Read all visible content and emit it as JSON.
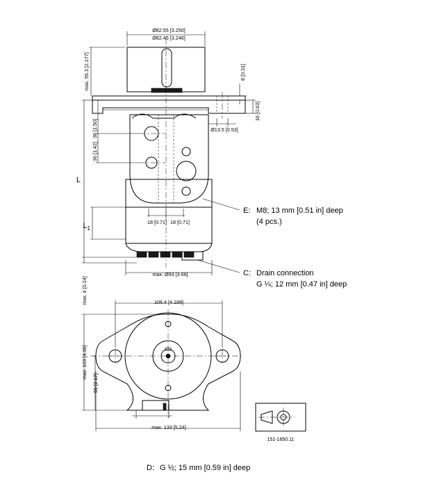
{
  "side_view": {
    "dims": {
      "shaft_dia": "Ø82.55 [3.250]",
      "shaft_dia_min": "Ø82.45 [3.246]",
      "shaft_length": "max. 55.3 [2.177]",
      "flange_offset": "8 [0.31]",
      "flange_thickness": "16 [0.63]",
      "flange_hole": "Ø13.5 [0.53]",
      "port_spacing_1": "38 [1.50]",
      "port_spacing_2": "36 [1.42]",
      "length_L": "L",
      "length_L1": "L",
      "length_L1_sub": "1",
      "bolt_spacing_left": "18 [0.71]",
      "bolt_spacing_right": "18 [0.71]",
      "body_dia": "max. Ø93 [3.66]",
      "bolt_head": "max. 6 [0.24]"
    },
    "notes": {
      "e_label": "E:",
      "e_line1": "M8; 13 mm [0.51 in] deep",
      "e_line2": "(4 pcs.)",
      "c_label": "C:",
      "c_line1": "Drain connection",
      "c_line2": "G ¼; 12 mm [0.47 in] deep"
    }
  },
  "end_view": {
    "dims": {
      "flange_hole_spacing": "106.4 [4.189]",
      "height_total": "max. 103 [4.06]",
      "height_center": "55 [2.17]",
      "width_total": "max. 133 [5.24]"
    }
  },
  "drawing_number": "151-1850.11",
  "footer_note": {
    "label": "D:",
    "text": "G ½; 15 mm [0.59 in] deep"
  }
}
